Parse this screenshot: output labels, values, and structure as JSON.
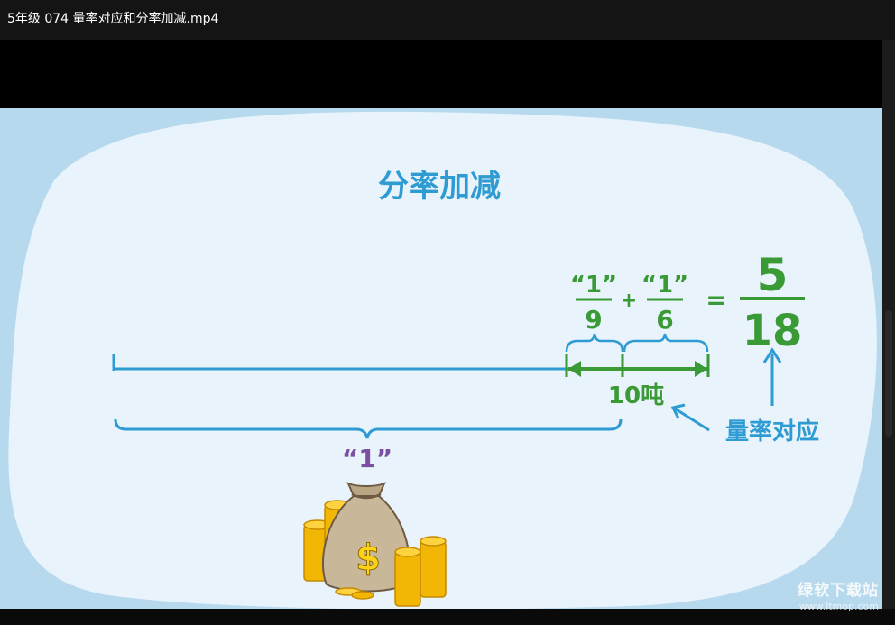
{
  "window": {
    "title": "5年级 074 量率对应和分率加减.mp4"
  },
  "slide": {
    "heading": "分率加减",
    "whole_label": "“1”",
    "fraction1_num": "“1”",
    "fraction1_den": "9",
    "plus": "+",
    "fraction2_num": "“1”",
    "fraction2_den": "6",
    "equals": "=",
    "result_num": "5",
    "result_den": "18",
    "quantity_label": "10吨",
    "annotation": "量率对应",
    "money_symbol": "$"
  },
  "watermark": {
    "line1": "绿软下载站",
    "line2": "www.ltmop.com"
  },
  "colors": {
    "title_blue": "#2e9bd3",
    "green": "#3a9a35",
    "purple": "#7d4fa3",
    "line_blue": "#2e9bd3"
  }
}
